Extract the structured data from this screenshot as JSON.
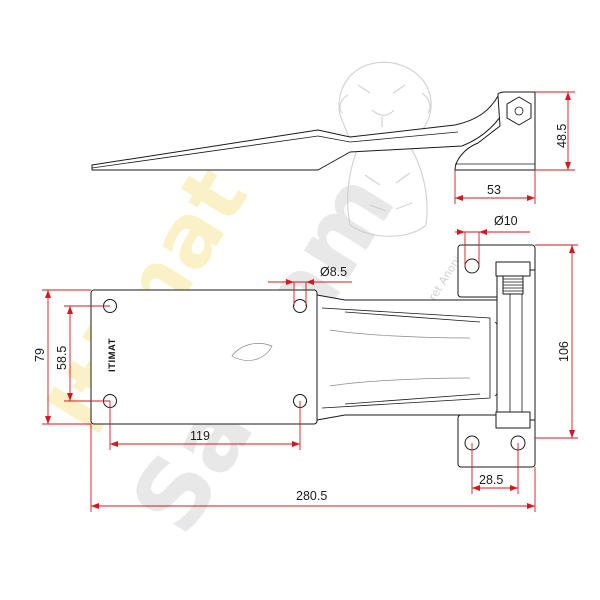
{
  "watermark": {
    "primary": "Itimat",
    "secondary": "Salgam",
    "tagline": "Kapı Sanayi ve Ticaret Anonim"
  },
  "brand_mark": "ITIMAT",
  "dimensions": {
    "side_height": "48.5",
    "side_width": "53",
    "plate_hole_dia": "Ø8.5",
    "leaf_hole_dia": "Ø10",
    "plate_height": "79",
    "plate_hole_spacing_v": "58.5",
    "plate_hole_spacing_h": "119",
    "overall_length": "280.5",
    "leaf_height": "106",
    "leaf_hole_spacing": "28.5"
  }
}
